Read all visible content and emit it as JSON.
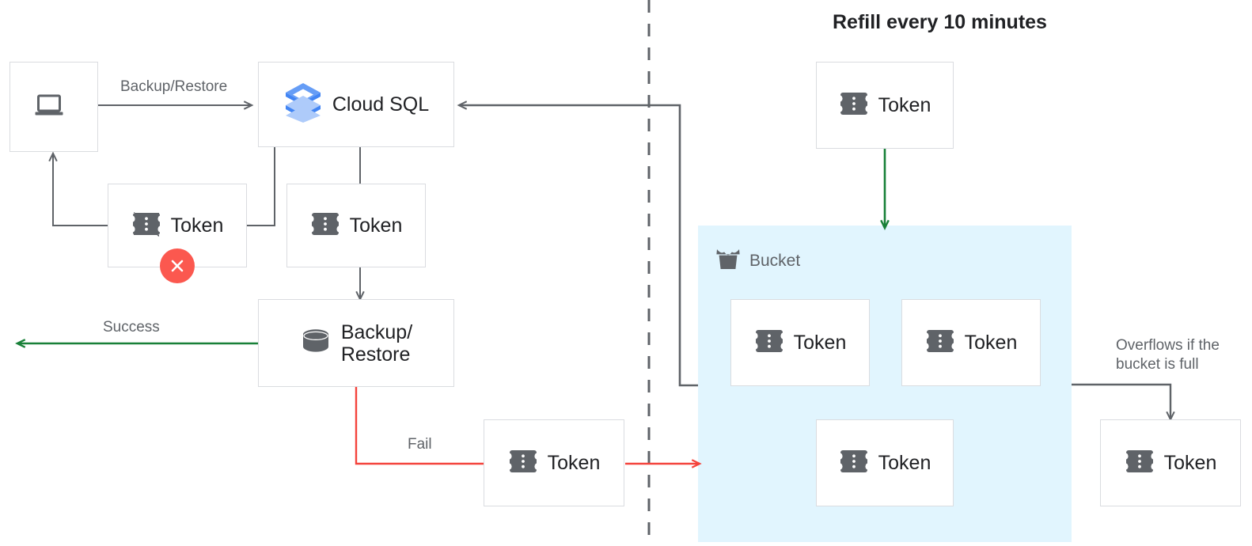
{
  "title": "Refill every 10 minutes",
  "colors": {
    "background": "#ffffff",
    "node_border": "#dadce0",
    "node_text": "#202124",
    "label_text": "#5f6368",
    "edge_default": "#5f6368",
    "edge_success": "#188038",
    "edge_fail": "#f4433c",
    "error_badge": "#fb584f",
    "bucket_fill": "#e1f5fe",
    "cloudsql_blue_dark": "#4285f4",
    "cloudsql_blue_mid": "#669df6",
    "cloudsql_blue_light": "#aecbfa"
  },
  "nodes": {
    "client": {
      "label": "",
      "icon": "laptop-icon"
    },
    "cloud_sql": {
      "label": "Cloud SQL",
      "icon": "cloud-sql-icon"
    },
    "token_client": {
      "label": "Token",
      "icon": "token-icon",
      "badge": "error-x-badge"
    },
    "token_cloudsql": {
      "label": "Token",
      "icon": "token-icon"
    },
    "backup_restore": {
      "label": "Backup/\nRestore",
      "icon": "database-icon"
    },
    "token_fail": {
      "label": "Token",
      "icon": "token-icon"
    },
    "token_refill": {
      "label": "Token",
      "icon": "token-icon"
    },
    "token_bucket_1": {
      "label": "Token",
      "icon": "token-icon"
    },
    "token_bucket_2": {
      "label": "Token",
      "icon": "token-icon"
    },
    "token_bucket_3": {
      "label": "Token",
      "icon": "token-icon"
    },
    "token_overflow": {
      "label": "Token",
      "icon": "token-icon"
    }
  },
  "bucket": {
    "label": "Bucket",
    "icon": "bucket-icon"
  },
  "edge_labels": {
    "backup_restore": "Backup/Restore",
    "success": "Success",
    "fail": "Fail",
    "overflow": "Overflows if the\nbucket is full"
  }
}
